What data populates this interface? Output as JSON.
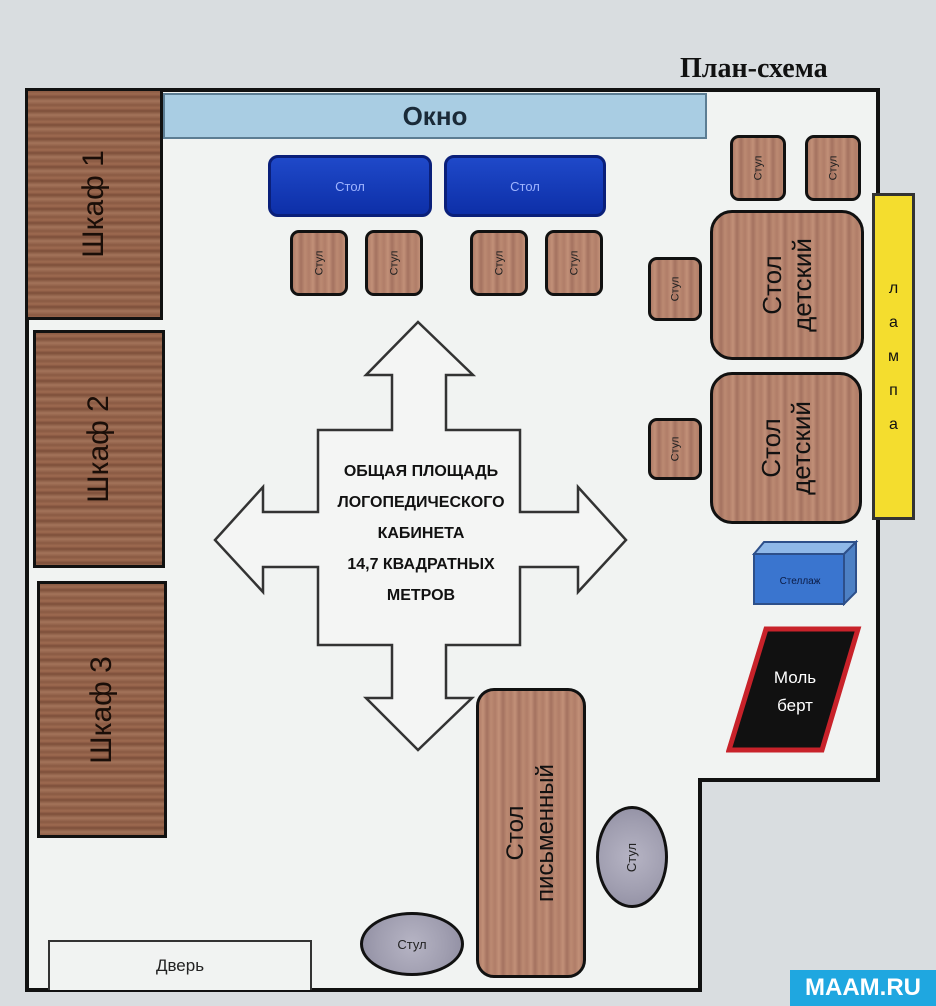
{
  "plan": {
    "title": "План-схема",
    "window": "Окно",
    "cabinets": [
      "Шкаф 1",
      "Шкаф 2",
      "Шкаф 3"
    ],
    "blue_tables": [
      "Стол",
      "Стол"
    ],
    "chair_label": "Стул",
    "kids_tables": [
      {
        "line1": "Стол",
        "line2": "детский"
      },
      {
        "line1": "Стол",
        "line2": "детский"
      }
    ],
    "lamp_letters": [
      "л",
      "а",
      "м",
      "п",
      "а"
    ],
    "rack": "Стеллаж",
    "easel": {
      "line1": "Моль",
      "line2": "берт"
    },
    "desk": "Стол письменный",
    "door": "Дверь",
    "center_text": [
      "ОБЩАЯ ПЛОЩАДЬ",
      "ЛОГОПЕДИЧЕСКОГО",
      "КАБИНЕТА",
      "14,7 КВАДРАТНЫХ",
      "МЕТРОВ"
    ],
    "watermark": "MAAM.RU",
    "colors": {
      "wall_bg": "#f1f3f2",
      "window": "#a9cde3",
      "blue_table": "#1f49c9",
      "lamp": "#f4dd2e",
      "easel_border": "#c8222a"
    }
  }
}
